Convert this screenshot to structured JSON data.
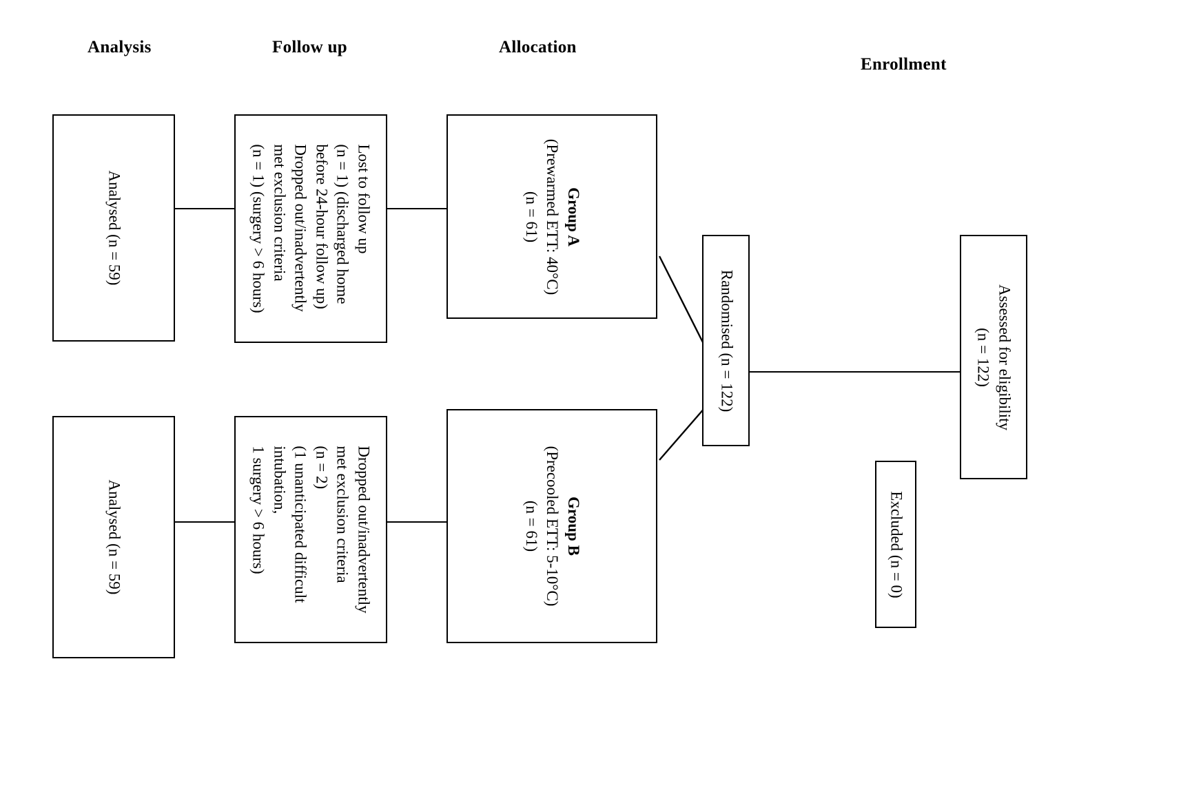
{
  "diagram": {
    "title": "CONSORT participant flow diagram",
    "orientation": "rotated-90",
    "line_color": "#000000",
    "background": "#ffffff"
  },
  "stage_headers": [
    {
      "label": "Analysis"
    },
    {
      "label": "Follow up"
    },
    {
      "label": "Allocation"
    },
    {
      "label": "Enrollment"
    }
  ],
  "boxes": {
    "assessed": {
      "lines": [
        "Assessed for eligibility",
        "(n = 122)"
      ]
    },
    "excluded": {
      "lines": [
        "Excluded (n = 0)"
      ]
    },
    "randomised": {
      "lines": [
        "Randomised (n = 122)"
      ]
    },
    "group_a": {
      "lines": [
        "Group A",
        "(Prewarmed ETT: 40°C)",
        "(n = 61)"
      ],
      "bold_lines": [
        0
      ]
    },
    "group_b": {
      "lines": [
        "Group B",
        "(Precooled ETT: 5-10°C)",
        "(n = 61)"
      ],
      "bold_lines": [
        0
      ]
    },
    "followup_a": {
      "lines": [
        "Lost to follow up",
        "(n = 1) (discharged home",
        "before 24-hour follow up)",
        "Dropped out/inadvertently",
        "met exclusion criteria",
        "(n = 1) (surgery > 6 hours)"
      ]
    },
    "followup_b": {
      "lines": [
        "Dropped out/inadvertently",
        "met exclusion criteria",
        "(n = 2)",
        "(1 unanticipated difficult",
        "intubation,",
        "1 surgery > 6 hours)"
      ]
    },
    "analysed_a": {
      "lines": [
        "Analysed (n = 59)"
      ]
    },
    "analysed_b": {
      "lines": [
        "Analysed (n = 59)"
      ]
    }
  }
}
